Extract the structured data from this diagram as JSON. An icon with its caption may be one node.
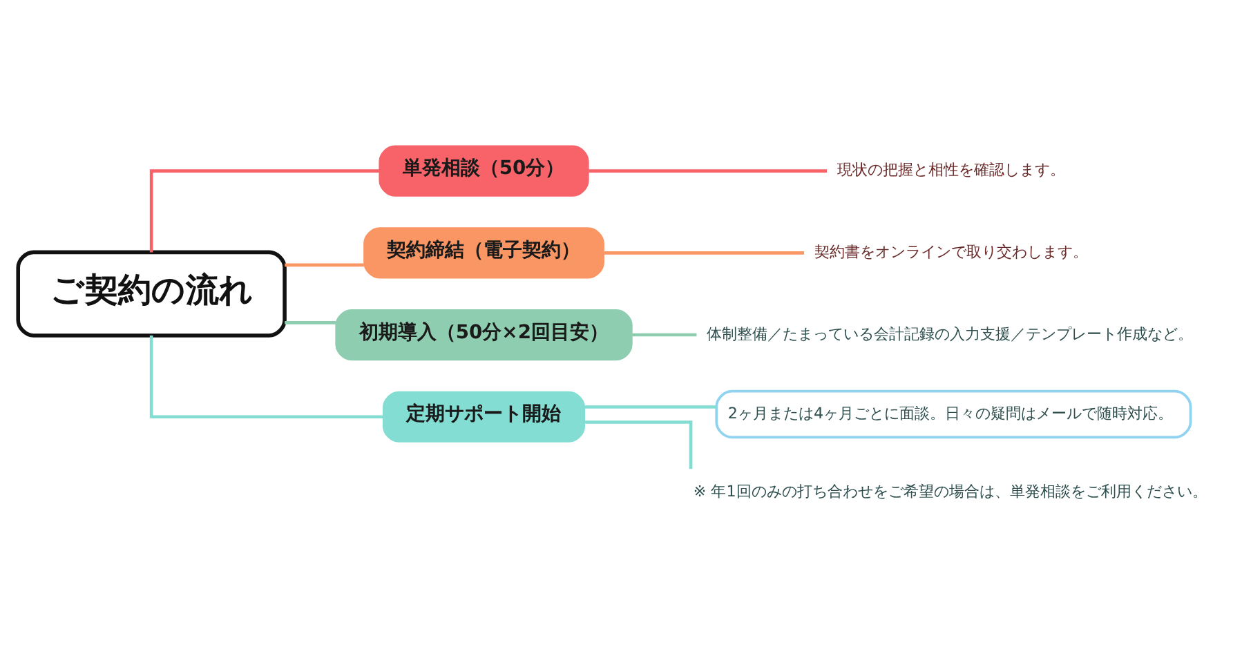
{
  "diagram": {
    "nodes": [
      {
        "text": [
          "ご契約の流れ"
        ]
      },
      {
        "text": [
          "単発相談（50分）"
        ]
      },
      {
        "text": [
          "現状の把握と相性を確認します。"
        ]
      },
      {
        "text": [
          "契約締結（電子契約）"
        ]
      },
      {
        "text": [
          "契約書をオンラインで取り交わします。"
        ]
      },
      {
        "text": [
          "初期導入（50分×2回目安）"
        ]
      },
      {
        "text": [
          "体制整備／たまっている会計記録の入力支援／テンプレート作成など。"
        ]
      },
      {
        "text": [
          "定期サポート開始"
        ]
      },
      {
        "text": [
          "2ヶ月または4ヶ月ごとに面談。日々の疑問はメールで随時対応。"
        ]
      },
      {
        "text": [
          "※ 年1回のみの打ち合わせをご希望の場合は、単発相談をご利用ください。"
        ]
      }
    ],
    "edges": [
      {
        "from": 0,
        "to": 1,
        "arrow": "none",
        "color": "#f76368"
      },
      {
        "from": 1,
        "to": 2,
        "arrow": "none",
        "color": "#f76368"
      },
      {
        "from": 0,
        "to": 3,
        "arrow": "none",
        "color": "#fa9664"
      },
      {
        "from": 3,
        "to": 4,
        "arrow": "none",
        "color": "#fa9664"
      },
      {
        "from": 0,
        "to": 5,
        "arrow": "none",
        "color": "#8fcdb0"
      },
      {
        "from": 5,
        "to": 6,
        "arrow": "none",
        "color": "#8fcdb0"
      },
      {
        "from": 0,
        "to": 7,
        "arrow": "none"
      },
      {
        "from": 7,
        "to": 8,
        "arrow": "none"
      },
      {
        "from": 7,
        "to": 9,
        "arrow": "none"
      }
    ]
  }
}
